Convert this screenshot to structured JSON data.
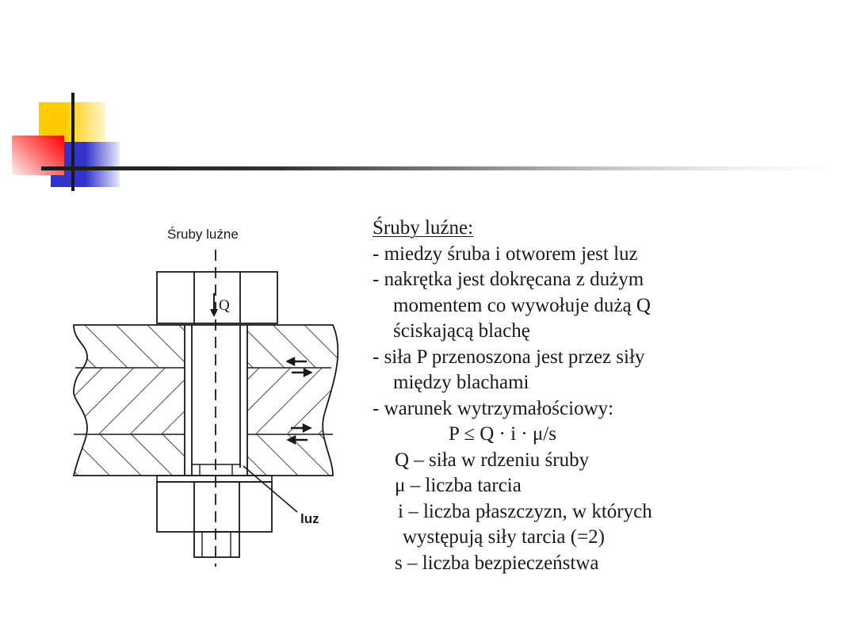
{
  "slide": {
    "decoration": {
      "colors": {
        "yellow": "#ffcc00",
        "red": "#ff0000",
        "blue": "#3333cc",
        "rule": "#1a1a1a"
      }
    },
    "figure": {
      "title": "Śruby luźne",
      "force_label": "Q",
      "gap_label": "luz"
    },
    "content": {
      "heading": "Śruby luźne:",
      "bullets": [
        {
          "text": "- miedzy śruba i otworem jest luz"
        },
        {
          "text": "- nakrętka jest dokręcana z dużym",
          "continuation": [
            "momentem co wywołuje dużą Q",
            "ściskającą blachę"
          ]
        },
        {
          "text": "- siła P przenoszona jest przez siły",
          "continuation": [
            "między blachami"
          ]
        },
        {
          "text": "- warunek wytrzymałościowy:"
        }
      ],
      "formula": "P ≤ Q · i · μ/s",
      "definitions": [
        "Q – siła w rdzeniu śruby",
        "μ – liczba tarcia",
        "i – liczba płaszczyzn, w których",
        "występują siły tarcia (=2)",
        "s – liczba bezpieczeństwa"
      ]
    }
  }
}
